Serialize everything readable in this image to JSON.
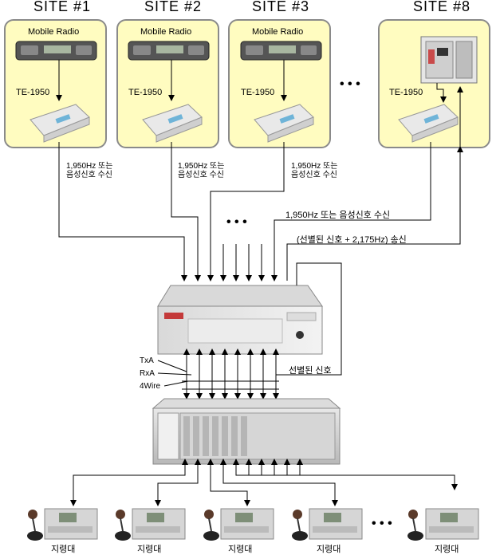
{
  "sites": [
    {
      "title": "SITE #1",
      "radio_label": "Mobile Radio",
      "device_label": "TE-1950"
    },
    {
      "title": "SITE #2",
      "radio_label": "Mobile Radio",
      "device_label": "TE-1950"
    },
    {
      "title": "SITE #3",
      "radio_label": "Mobile Radio",
      "device_label": "TE-1950"
    },
    {
      "title": "SITE #8",
      "device_label": "TE-1950"
    }
  ],
  "labels": {
    "receive_short_line1": "1,950Hz 또는",
    "receive_short_line2": "음성신호 수신",
    "receive_long": "1,950Hz 또는 음성신호 수신",
    "transmit": "(선별된 신호 + 2,175Hz) 송신",
    "selected_signal": "선별된 신호",
    "txa": "TxA",
    "rxa": "RxA",
    "four_wire": "4Wire",
    "ellipsis": "• • •"
  },
  "consoles": [
    {
      "label": "지령대"
    },
    {
      "label": "지령대"
    },
    {
      "label": "지령대"
    },
    {
      "label": "지령대"
    },
    {
      "label": "지령대"
    }
  ],
  "colors": {
    "site_fill": "#fffcc0",
    "site_border": "#8a8a8a",
    "wire": "#000000"
  }
}
